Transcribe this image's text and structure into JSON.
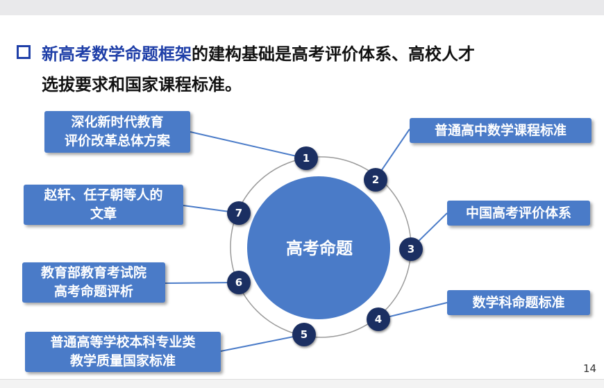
{
  "heading": {
    "accent_text": "新高考数学命题框架",
    "text_line1_rest": "的建构基础是高考评价体系、高校人才",
    "text_line2": "选拔要求和国家课程标准。"
  },
  "center": {
    "label": "高考命题"
  },
  "nodes": [
    {
      "number": "1",
      "label_lines": [
        "深化新时代教育",
        "评价改革总体方案"
      ]
    },
    {
      "number": "2",
      "label_lines": [
        "普通高中数学课程标准"
      ]
    },
    {
      "number": "3",
      "label_lines": [
        "中国高考评价体系"
      ]
    },
    {
      "number": "4",
      "label_lines": [
        "数学科命题标准"
      ]
    },
    {
      "number": "5",
      "label_lines": [
        "普通高等学校本科专业类",
        "教学质量国家标准"
      ]
    },
    {
      "number": "6",
      "label_lines": [
        "教育部教育考试院",
        "高考命题评析"
      ]
    },
    {
      "number": "7",
      "label_lines": [
        "赵轩、任子朝等人的",
        "文章"
      ]
    }
  ],
  "footer": {
    "page_number": "14"
  },
  "colors": {
    "accent": "#1f3fa8",
    "box": "#4a7bc8",
    "center": "#4a7bc8",
    "node": "#1b2f62"
  }
}
